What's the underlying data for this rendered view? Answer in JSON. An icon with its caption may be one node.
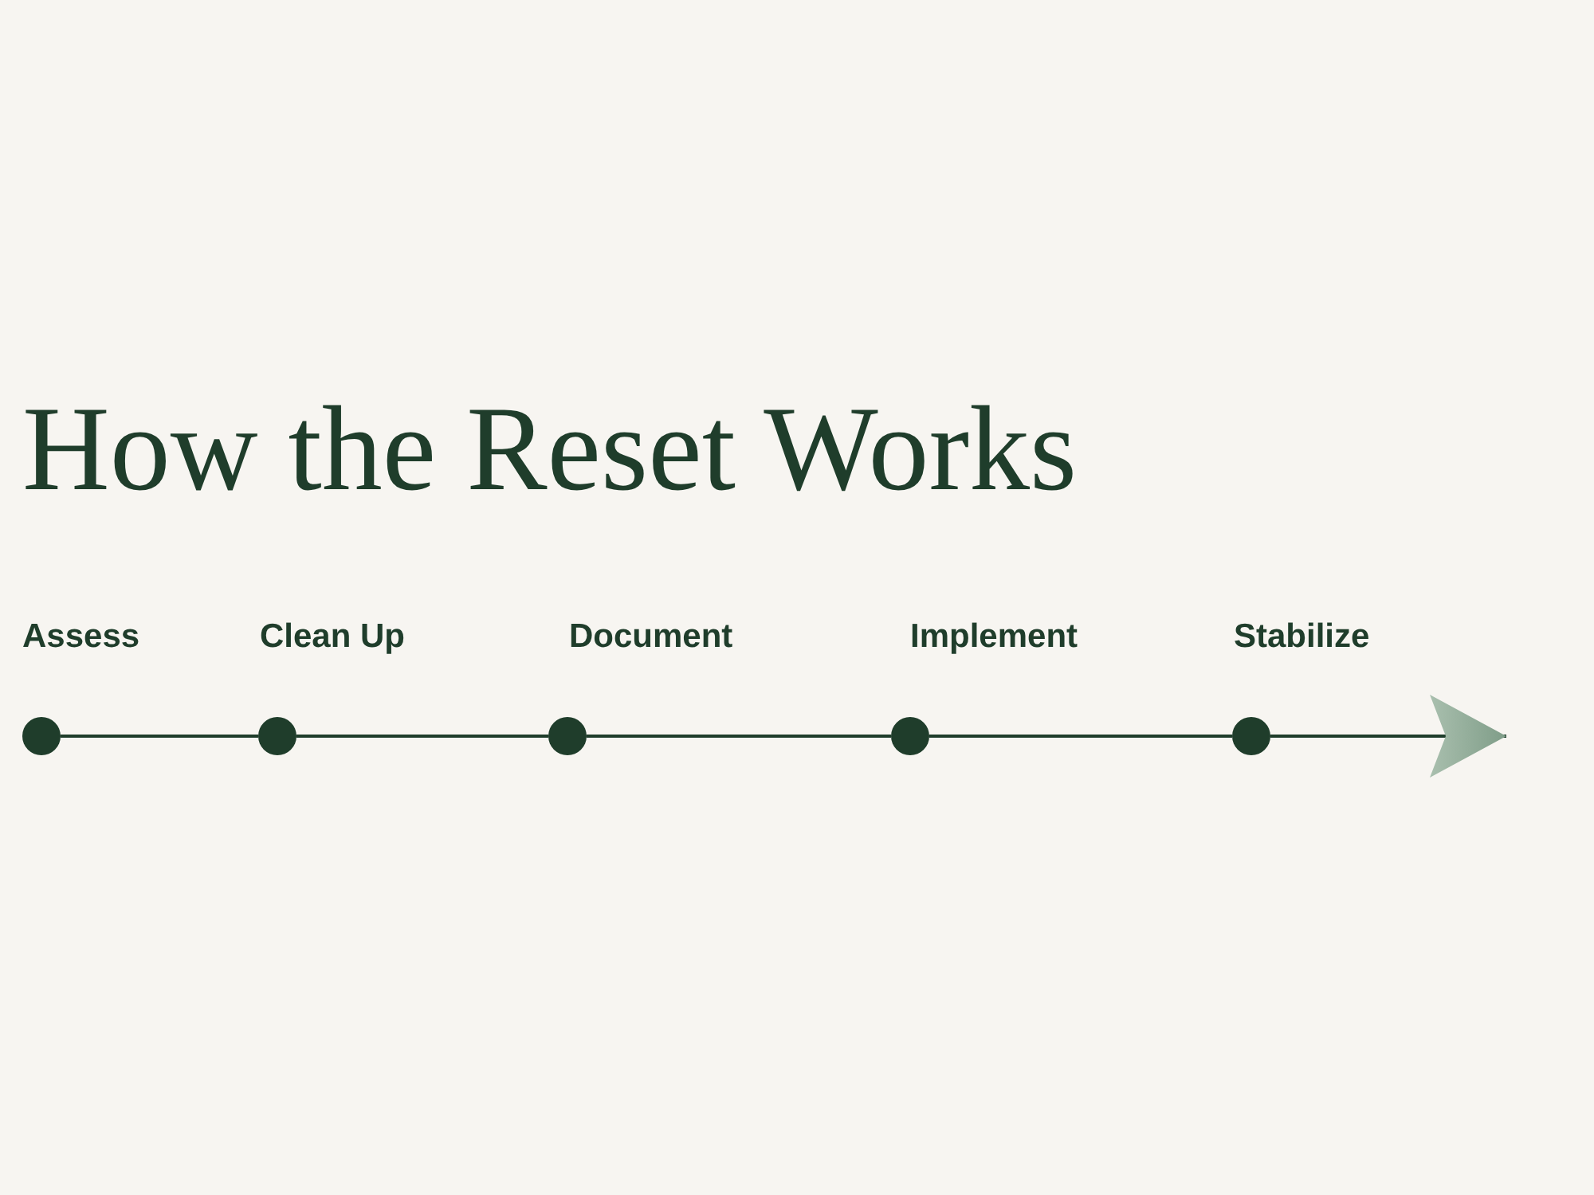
{
  "diagram": {
    "title": "How the Reset Works",
    "nodes": [
      {
        "text": [],
        "shape": "circle",
        "beside": [
          "Assess"
        ]
      },
      {
        "text": [],
        "shape": "circle",
        "beside": [
          "Clean Up"
        ]
      },
      {
        "text": [],
        "shape": "circle",
        "beside": [
          "Document"
        ]
      },
      {
        "text": [],
        "shape": "circle",
        "beside": [
          "Implement"
        ]
      },
      {
        "text": [],
        "shape": "circle",
        "beside": [
          "Stabilize"
        ]
      }
    ],
    "edges": [
      {
        "from": 0,
        "to": 1,
        "arrow": "none"
      },
      {
        "from": 1,
        "to": 2,
        "arrow": "none"
      },
      {
        "from": 2,
        "to": 3,
        "arrow": "none"
      },
      {
        "from": 3,
        "to": 4,
        "arrow": "none"
      },
      {
        "from": 4,
        "to": null,
        "arrow": "to"
      }
    ]
  }
}
